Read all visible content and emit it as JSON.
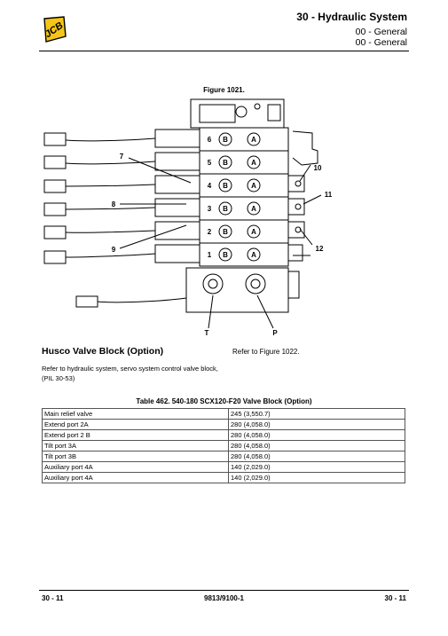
{
  "header": {
    "logo_text": "JCB",
    "title": "30 - Hydraulic System",
    "sub1": "00 - General",
    "sub2": "00 - General"
  },
  "figure": {
    "caption": "Figure 1021.",
    "callouts": [
      "7",
      "8",
      "9",
      "10",
      "11",
      "12",
      "T",
      "P"
    ],
    "sections": [
      "6",
      "5",
      "4",
      "3",
      "2",
      "1"
    ],
    "port_b": "B",
    "port_a": "A"
  },
  "section_heading": "Husco Valve Block (Option)",
  "refer_text": "Refer to Figure 1022.",
  "paragraph": "Refer to hydraulic system, servo system control valve block, (PIL 30-53)",
  "table": {
    "caption": "Table 462. 540-180 SCX120-F20 Valve Block (Option)",
    "rows": [
      [
        "Main relief valve",
        "245 (3,550.7)"
      ],
      [
        "Extend port 2A",
        "280 (4,058.0)"
      ],
      [
        "Extend port 2 B",
        "280 (4,058.0)"
      ],
      [
        "Tilt port 3A",
        "280 (4,058.0)"
      ],
      [
        "Tilt port 3B",
        "280 (4,058.0)"
      ],
      [
        "Auxiliary port 4A",
        "140 (2,029.0)"
      ],
      [
        "Auxiliary port 4A",
        "140 (2,029.0)"
      ]
    ]
  },
  "footer": {
    "page_left": "30 - 11",
    "doc_number": "9813/9100-1",
    "page_right": "30 - 11"
  }
}
